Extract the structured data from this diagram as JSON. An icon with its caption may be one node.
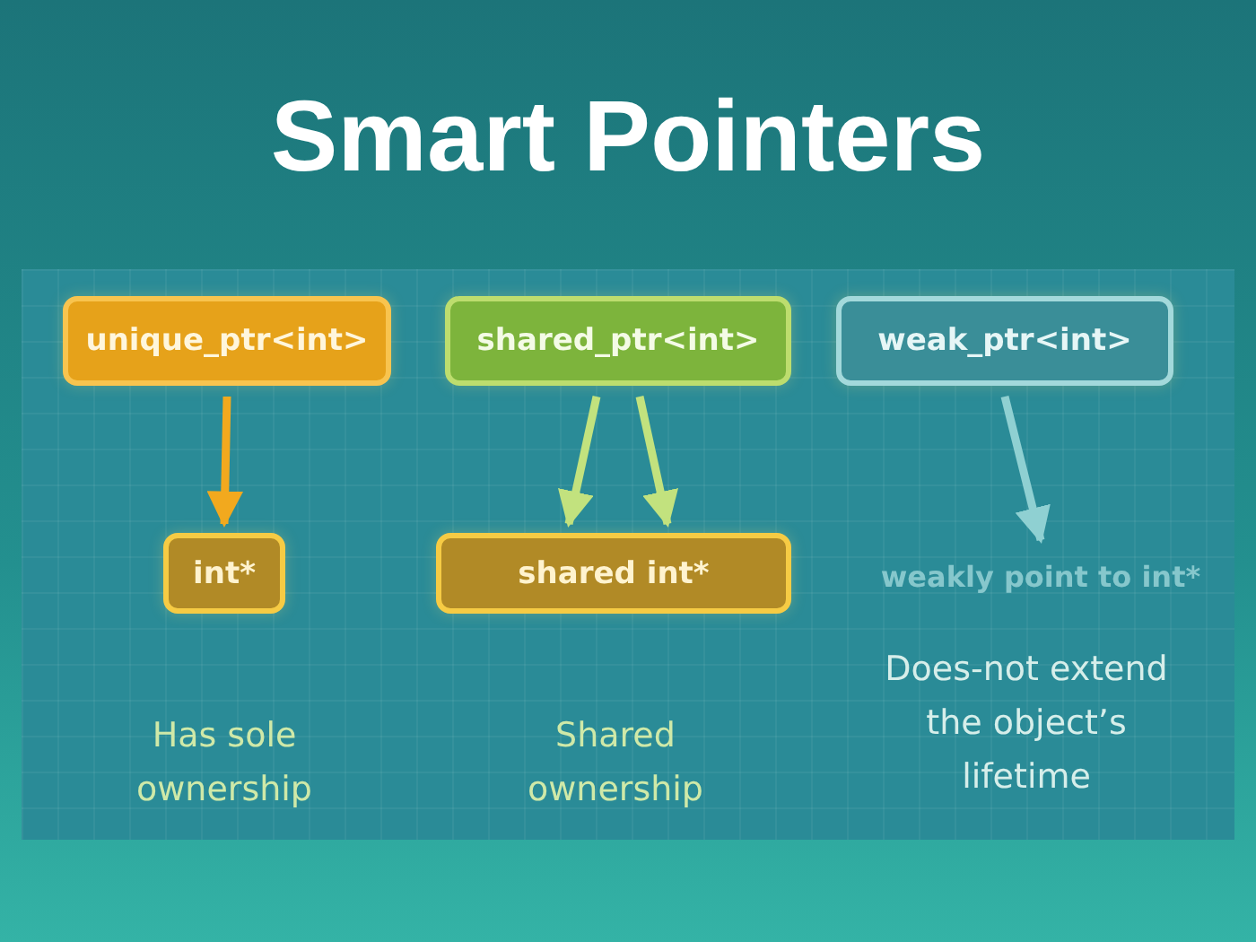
{
  "diagram": {
    "title": "Smart Pointers",
    "nodes": [
      {
        "text": [
          "unique_ptr<int>"
        ]
      },
      {
        "text": [
          "shared_ptr<int>"
        ]
      },
      {
        "text": [
          "weak_ptr<int>"
        ]
      },
      {
        "text": [
          "int*"
        ]
      },
      {
        "text": [
          "shared int*"
        ]
      },
      {
        "text": [
          "weakly point to int*"
        ]
      }
    ],
    "edges": [
      {
        "from": 0,
        "to": 3,
        "arrow": "to",
        "color": "#f2a91e"
      },
      {
        "from": 1,
        "to": 4,
        "arrow": "to",
        "color": "#c2e27e"
      },
      {
        "from": 1,
        "to": 4,
        "arrow": "to",
        "color": "#c2e27e"
      },
      {
        "from": 2,
        "to": 5,
        "arrow": "to",
        "color": "#8fd0d2"
      }
    ],
    "labels": [
      "Has sole ownership",
      "Shared ownership",
      "Does-not extend the object’s lifetime"
    ]
  }
}
